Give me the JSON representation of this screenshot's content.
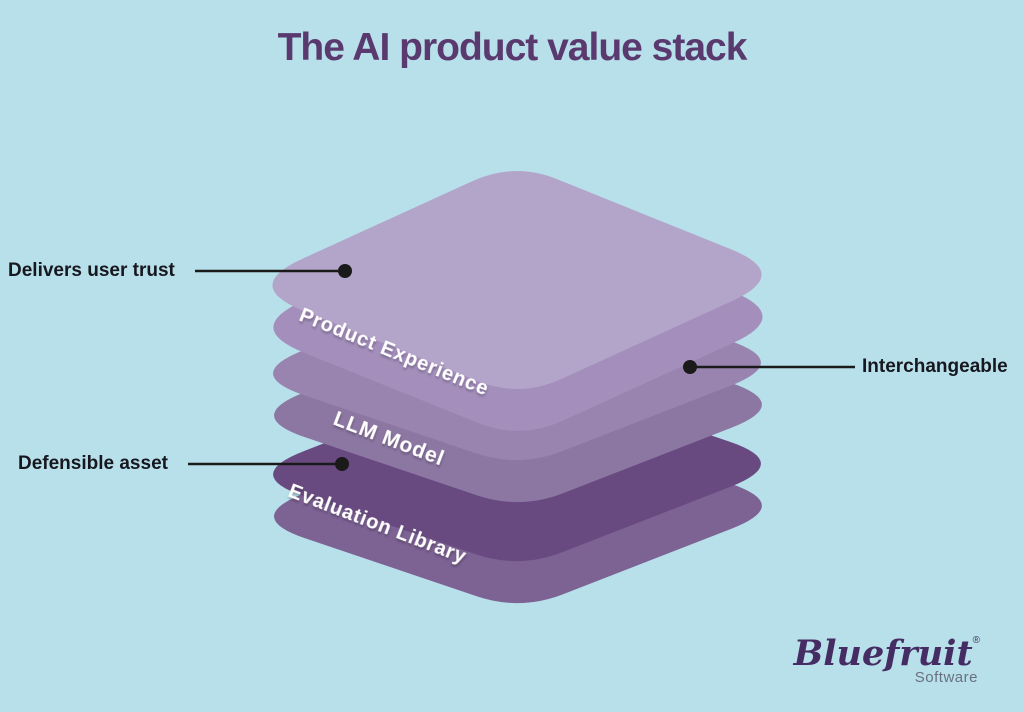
{
  "title": "The AI product value stack",
  "colors": {
    "background": "#b7e0ea",
    "title_text": "#5a3a6e",
    "annotation_text": "#17171f",
    "callout_line": "#1a1a1a",
    "layer_label_text": "#ffffff",
    "logo_brand": "#452d63",
    "logo_subtitle": "#6a7083"
  },
  "stack": {
    "layers": [
      {
        "name": "Product Experience",
        "position": "top",
        "top_color": "#b3a5c9",
        "side_color": "#a48fbc"
      },
      {
        "name": "LLM Model",
        "position": "middle",
        "top_color": "#9884af",
        "side_color": "#8c77a3"
      },
      {
        "name": "Evaluation Library",
        "position": "bottom",
        "top_color": "#684a80",
        "side_color": "#7d6294"
      }
    ]
  },
  "annotations": [
    {
      "text": "Delivers user trust",
      "side": "left",
      "points_to": "Product Experience"
    },
    {
      "text": "Interchangeable",
      "side": "right",
      "points_to": "LLM Model"
    },
    {
      "text": "Defensible asset",
      "side": "left",
      "points_to": "Evaluation Library"
    }
  ],
  "logo": {
    "brand": "Bluefruit",
    "registered_mark": "®",
    "subtitle": "Software"
  }
}
